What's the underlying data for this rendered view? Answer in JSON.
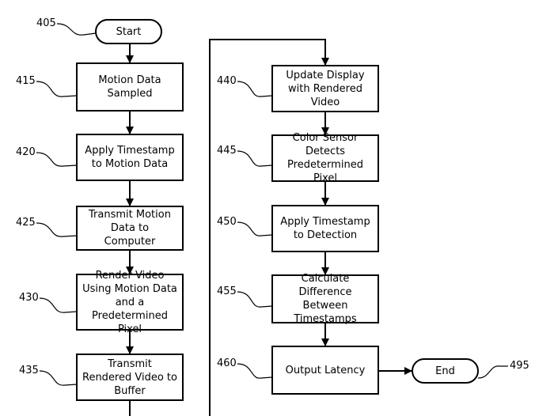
{
  "flowchart": {
    "start": {
      "ref": "405",
      "label": "Start"
    },
    "end": {
      "ref": "495",
      "label": "End"
    },
    "steps": [
      {
        "ref": "415",
        "label": "Motion Data Sampled"
      },
      {
        "ref": "420",
        "label": "Apply Timestamp to Motion Data"
      },
      {
        "ref": "425",
        "label": "Transmit Motion Data to Computer"
      },
      {
        "ref": "430",
        "label": "Render Video Using Motion Data and a Predetermined Pixel"
      },
      {
        "ref": "435",
        "label": "Transmit Rendered Video to Buffer"
      },
      {
        "ref": "440",
        "label": "Update Display with Rendered Video"
      },
      {
        "ref": "445",
        "label": "Color Sensor Detects Predetermined Pixel"
      },
      {
        "ref": "450",
        "label": "Apply Timestamp to Detection"
      },
      {
        "ref": "455",
        "label": "Calculate Difference Between Timestamps"
      },
      {
        "ref": "460",
        "label": "Output Latency"
      }
    ]
  }
}
